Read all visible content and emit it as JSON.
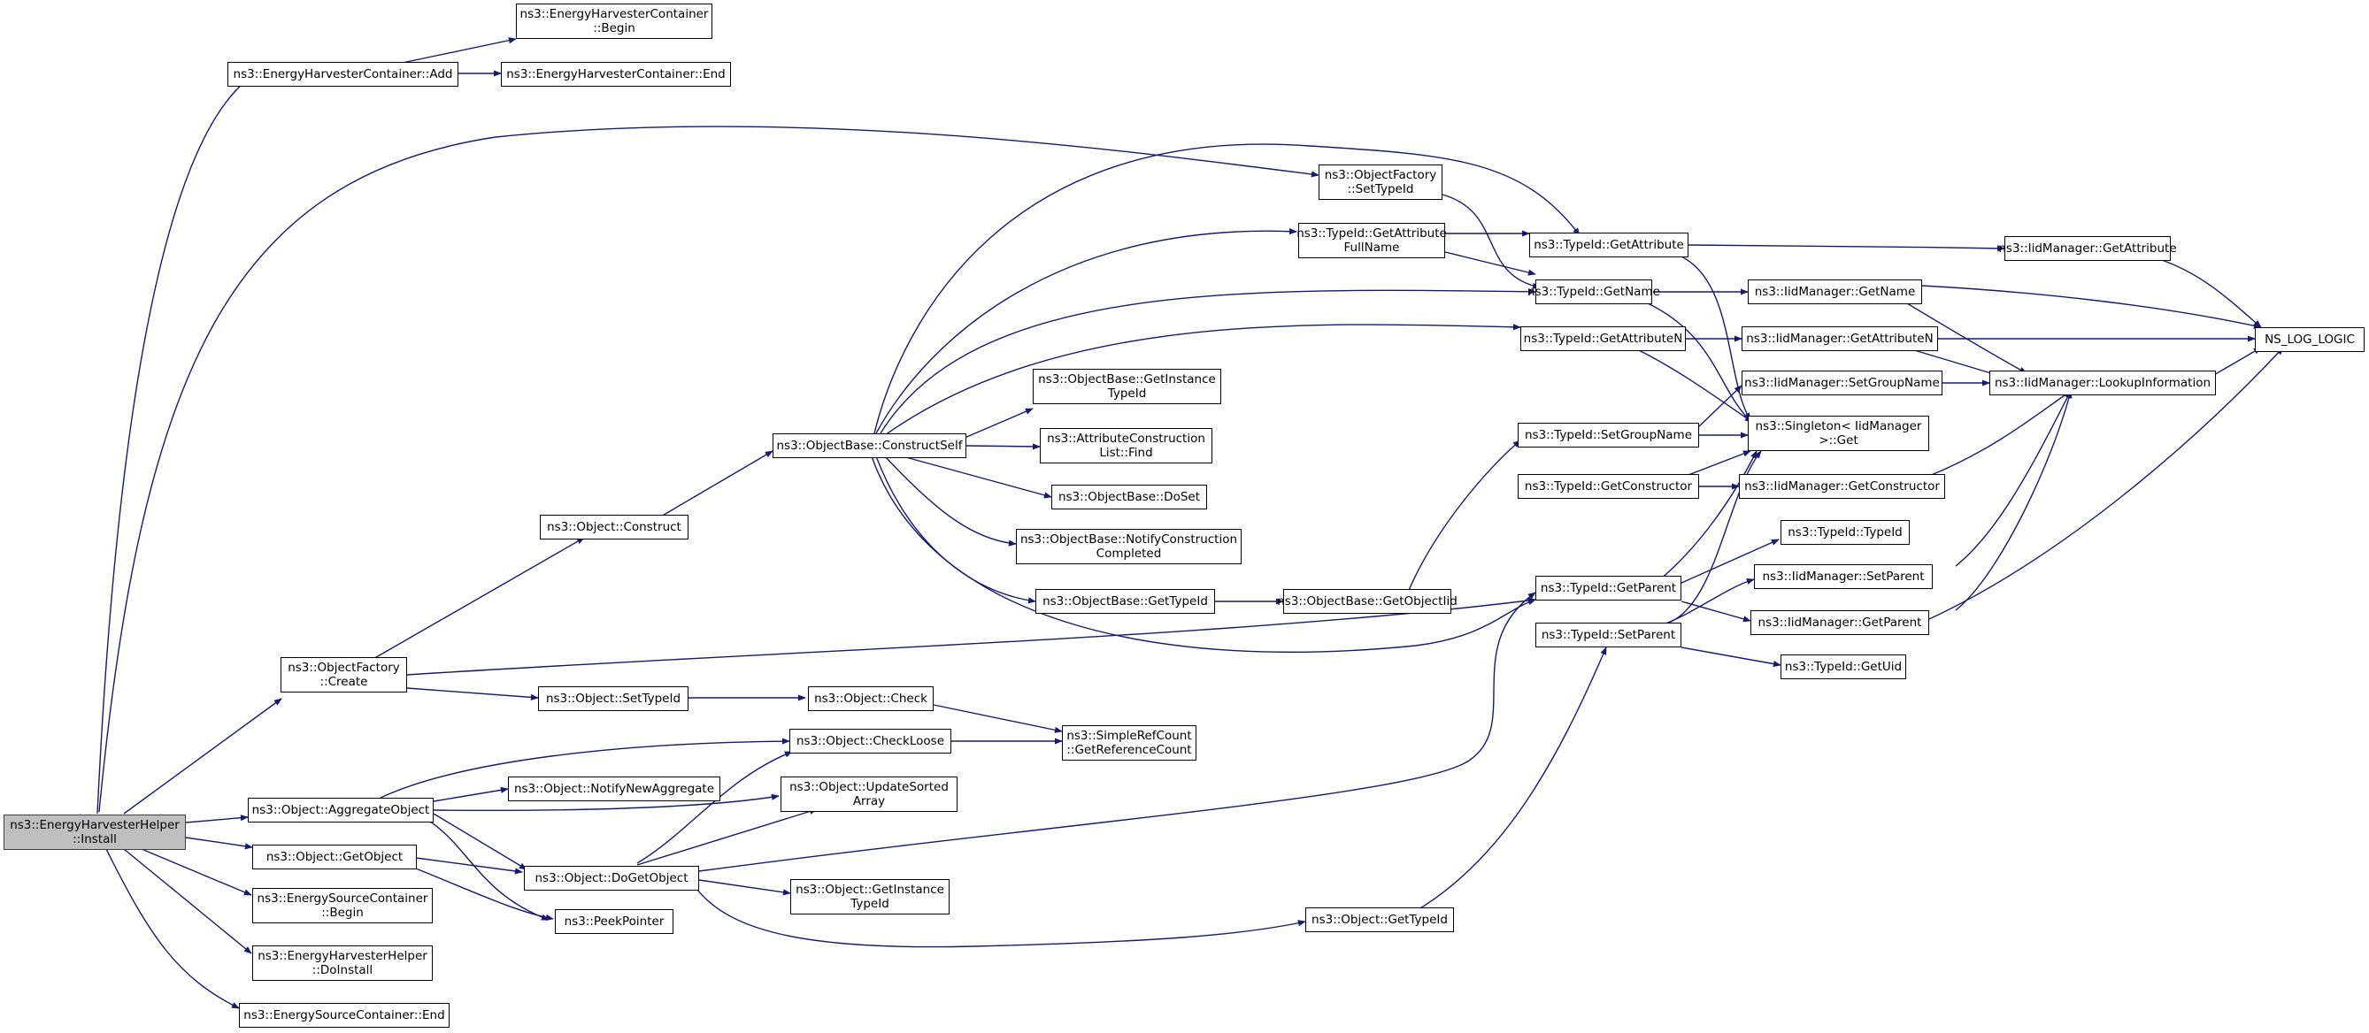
{
  "graph": {
    "edge_color": "#191970",
    "root_fill": "#bfbfbf",
    "nodes": [
      {
        "id": "install",
        "lines": [
          "ns3::EnergyHarvesterHelper",
          "::Install"
        ]
      },
      {
        "id": "ehc_add",
        "lines": [
          "ns3::EnergyHarvesterContainer::Add"
        ]
      },
      {
        "id": "ehc_begin",
        "lines": [
          "ns3::EnergyHarvesterContainer",
          "::Begin"
        ]
      },
      {
        "id": "ehc_end",
        "lines": [
          "ns3::EnergyHarvesterContainer::End"
        ]
      },
      {
        "id": "of_settypeid",
        "lines": [
          "ns3::ObjectFactory",
          "::SetTypeId"
        ]
      },
      {
        "id": "tid_getattribute",
        "lines": [
          "ns3::TypeId::GetAttribute"
        ]
      },
      {
        "id": "iid_getattribute",
        "lines": [
          "ns3::IidManager::GetAttribute"
        ]
      },
      {
        "id": "tid_getattrfull",
        "lines": [
          "ns3::TypeId::GetAttribute",
          "FullName"
        ]
      },
      {
        "id": "tid_getname",
        "lines": [
          "ns3::TypeId::GetName"
        ]
      },
      {
        "id": "iid_getname",
        "lines": [
          "ns3::IidManager::GetName"
        ]
      },
      {
        "id": "ns_log_logic",
        "lines": [
          "NS_LOG_LOGIC"
        ]
      },
      {
        "id": "tid_getattrn",
        "lines": [
          "ns3::TypeId::GetAttributeN"
        ]
      },
      {
        "id": "iid_getattrn",
        "lines": [
          "ns3::IidManager::GetAttributeN"
        ]
      },
      {
        "id": "iid_lookup",
        "lines": [
          "ns3::IidManager::LookupInformation"
        ]
      },
      {
        "id": "ob_getinstancetypeid",
        "lines": [
          "ns3::ObjectBase::GetInstance",
          "TypeId"
        ]
      },
      {
        "id": "iid_setgroupname",
        "lines": [
          "ns3::IidManager::SetGroupName"
        ]
      },
      {
        "id": "ob_constructself",
        "lines": [
          "ns3::ObjectBase::ConstructSelf"
        ]
      },
      {
        "id": "acl_find",
        "lines": [
          "ns3::AttributeConstruction",
          "List::Find"
        ]
      },
      {
        "id": "tid_setgroupname",
        "lines": [
          "ns3::TypeId::SetGroupName"
        ]
      },
      {
        "id": "singleton_get",
        "lines": [
          "ns3::Singleton< IidManager",
          ">::Get"
        ]
      },
      {
        "id": "ob_doset",
        "lines": [
          "ns3::ObjectBase::DoSet"
        ]
      },
      {
        "id": "tid_getconstructor",
        "lines": [
          "ns3::TypeId::GetConstructor"
        ]
      },
      {
        "id": "iid_getconstructor",
        "lines": [
          "ns3::IidManager::GetConstructor"
        ]
      },
      {
        "id": "obj_construct",
        "lines": [
          "ns3::Object::Construct"
        ]
      },
      {
        "id": "ob_notifyconstruction",
        "lines": [
          "ns3::ObjectBase::NotifyConstruction",
          "Completed"
        ]
      },
      {
        "id": "tid_typeid",
        "lines": [
          "ns3::TypeId::TypeId"
        ]
      },
      {
        "id": "tid_getparent",
        "lines": [
          "ns3::TypeId::GetParent"
        ]
      },
      {
        "id": "iid_setparent",
        "lines": [
          "ns3::IidManager::SetParent"
        ]
      },
      {
        "id": "ob_gettypeid",
        "lines": [
          "ns3::ObjectBase::GetTypeId"
        ]
      },
      {
        "id": "ob_getobjectiid",
        "lines": [
          "ns3::ObjectBase::GetObjectIid"
        ]
      },
      {
        "id": "iid_getparent",
        "lines": [
          "ns3::IidManager::GetParent"
        ]
      },
      {
        "id": "tid_setparent",
        "lines": [
          "ns3::TypeId::SetParent"
        ]
      },
      {
        "id": "of_create",
        "lines": [
          "ns3::ObjectFactory",
          "::Create"
        ]
      },
      {
        "id": "tid_getuid",
        "lines": [
          "ns3::TypeId::GetUid"
        ]
      },
      {
        "id": "obj_settypeid",
        "lines": [
          "ns3::Object::SetTypeId"
        ]
      },
      {
        "id": "obj_check",
        "lines": [
          "ns3::Object::Check"
        ]
      },
      {
        "id": "src_getrefcount",
        "lines": [
          "ns3::SimpleRefCount",
          "::GetReferenceCount"
        ]
      },
      {
        "id": "obj_checkloose",
        "lines": [
          "ns3::Object::CheckLoose"
        ]
      },
      {
        "id": "obj_notifynewaggregate",
        "lines": [
          "ns3::Object::NotifyNewAggregate"
        ]
      },
      {
        "id": "obj_aggregateobject",
        "lines": [
          "ns3::Object::AggregateObject"
        ]
      },
      {
        "id": "obj_updatesorted",
        "lines": [
          "ns3::Object::UpdateSorted",
          "Array"
        ]
      },
      {
        "id": "obj_getobject",
        "lines": [
          "ns3::Object::GetObject"
        ]
      },
      {
        "id": "obj_dogetobject",
        "lines": [
          "ns3::Object::DoGetObject"
        ]
      },
      {
        "id": "esc_begin",
        "lines": [
          "ns3::EnergySourceContainer",
          "::Begin"
        ]
      },
      {
        "id": "obj_getinstancetypeid",
        "lines": [
          "ns3::Object::GetInstance",
          "TypeId"
        ]
      },
      {
        "id": "peekpointer",
        "lines": [
          "ns3::PeekPointer"
        ]
      },
      {
        "id": "obj_gettypeid",
        "lines": [
          "ns3::Object::GetTypeId"
        ]
      },
      {
        "id": "ehh_doinstall",
        "lines": [
          "ns3::EnergyHarvesterHelper",
          "::DoInstall"
        ]
      },
      {
        "id": "esc_end",
        "lines": [
          "ns3::EnergySourceContainer::End"
        ]
      }
    ]
  }
}
